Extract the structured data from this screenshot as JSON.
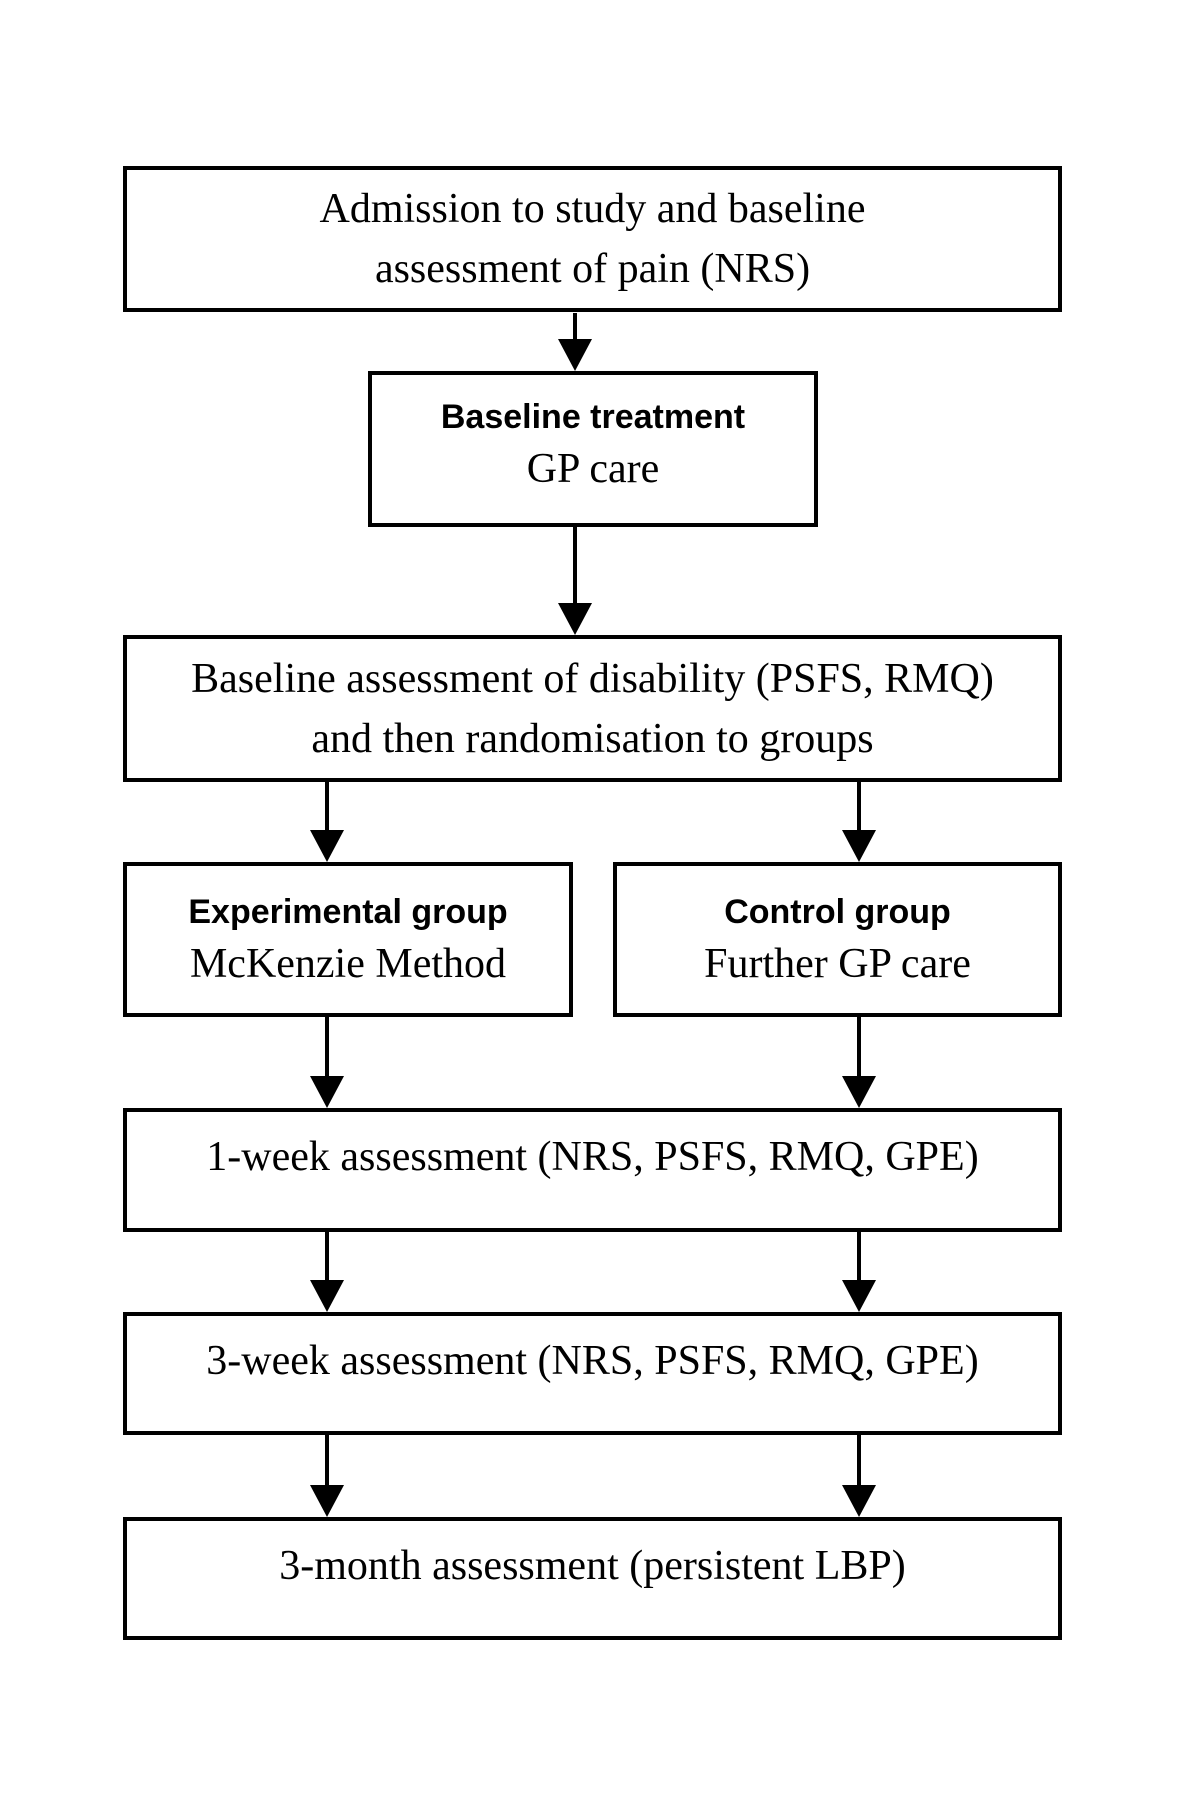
{
  "flowchart": {
    "colors": {
      "background": "#ffffff",
      "box_border": "#000000",
      "text": "#000000",
      "arrow": "#000000"
    },
    "nodes": [
      {
        "id": "admission",
        "lines": [
          "Admission to study and baseline",
          "assessment of pain (NRS)"
        ]
      },
      {
        "id": "baseline-treatment",
        "lines": [
          "Baseline treatment",
          "GP care"
        ]
      },
      {
        "id": "baseline-disability-randomisation",
        "lines": [
          "Baseline assessment of disability (PSFS, RMQ)",
          "and then randomisation to groups"
        ]
      },
      {
        "id": "experimental-group",
        "lines": [
          "Experimental group",
          "McKenzie Method"
        ]
      },
      {
        "id": "control-group",
        "lines": [
          "Control group",
          "Further GP care"
        ]
      },
      {
        "id": "one-week-assessment",
        "lines": [
          "1-week assessment (NRS, PSFS, RMQ, GPE)"
        ]
      },
      {
        "id": "three-week-assessment",
        "lines": [
          "3-week assessment (NRS, PSFS, RMQ, GPE)"
        ]
      },
      {
        "id": "three-month-assessment",
        "lines": [
          "3-month assessment (persistent LBP)"
        ]
      }
    ],
    "edges": [
      {
        "from": "admission",
        "to": "baseline-treatment"
      },
      {
        "from": "baseline-treatment",
        "to": "baseline-disability-randomisation"
      },
      {
        "from": "baseline-disability-randomisation",
        "to": "experimental-group"
      },
      {
        "from": "baseline-disability-randomisation",
        "to": "control-group"
      },
      {
        "from": "experimental-group",
        "to": "one-week-assessment"
      },
      {
        "from": "control-group",
        "to": "one-week-assessment"
      },
      {
        "from": "one-week-assessment",
        "to": "three-week-assessment"
      },
      {
        "from": "three-week-assessment",
        "to": "three-month-assessment"
      }
    ]
  }
}
